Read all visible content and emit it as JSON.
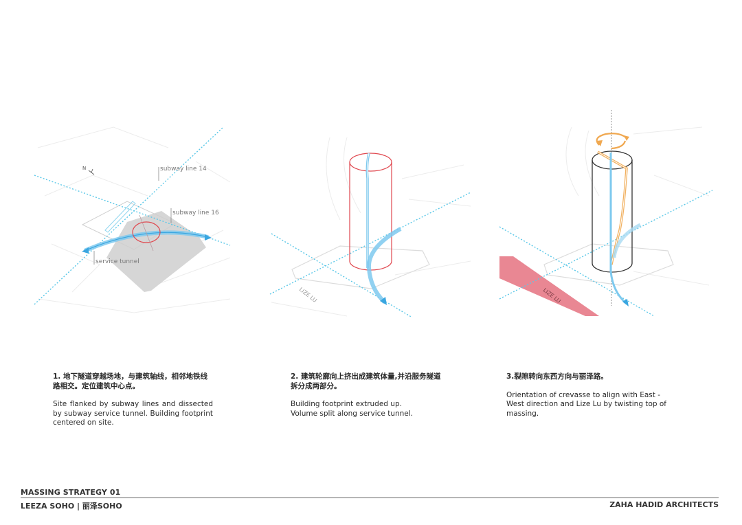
{
  "diagrams": [
    {
      "step": 1,
      "labels": {
        "north": "N",
        "subway_line_14": "subway line 14",
        "subway_line_16": "subway line 16",
        "service_tunnel": "service tunnel"
      },
      "caption_cn": "1.   地下隧道穿越场地，与建筑轴线，相邻地铁线路相交。定位建筑中心点。",
      "caption_en": "Site flanked by subway lines and dissected by subway service tunnel. Building footprint centered on site."
    },
    {
      "step": 2,
      "labels": {
        "road": "LIZE LU"
      },
      "caption_cn": "2.   建筑轮廓向上挤出成建筑体量,并沿服务隧道拆分成两部分。",
      "caption_en_lines": [
        "Building footprint extruded up.",
        "Volume split along service tunnel."
      ]
    },
    {
      "step": 3,
      "labels": {
        "road": "LIZE LU"
      },
      "caption_cn": "3.裂隙转向东西方向与丽泽路。",
      "caption_en": "Orientation of crevasse to align with East - West direction and Lize Lu by twisting top of massing."
    }
  ],
  "colors": {
    "subway_dotted": "#5bc8e8",
    "tunnel": "#4fb3e6",
    "footprint_red": "#e0484f",
    "massing_black": "#333333",
    "twist_orange": "#f0a850",
    "road_pink": "#e98793",
    "site_gray": "#d6d6d6"
  },
  "footer": {
    "title": "MASSING STRATEGY 01",
    "project": "LEEZA SOHO | 丽泽SOHO",
    "firm": "ZAHA HADID ARCHITECTS"
  }
}
